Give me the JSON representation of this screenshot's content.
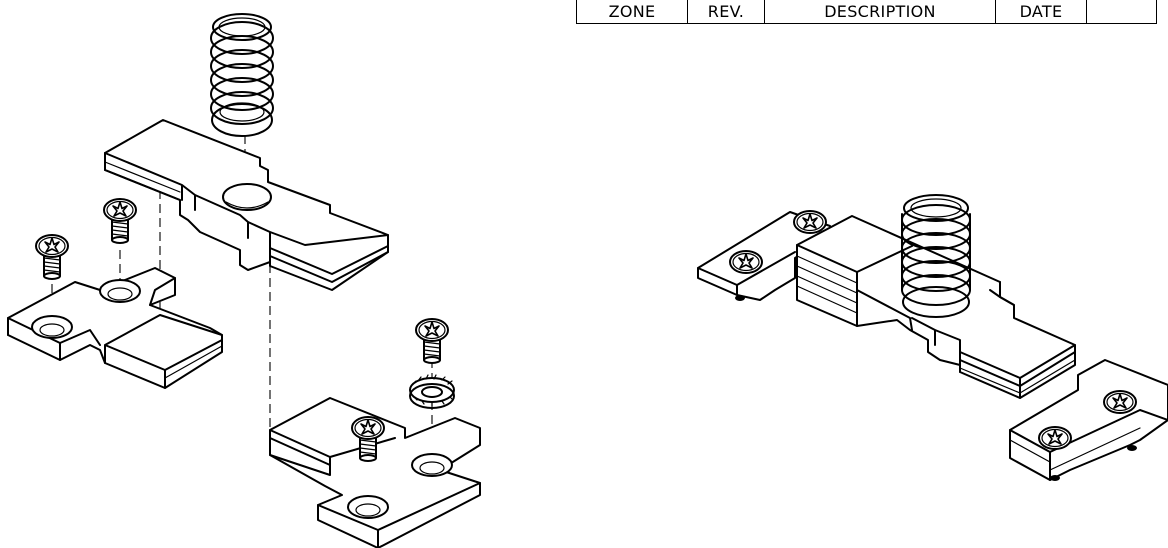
{
  "revision_table": {
    "columns": [
      "ZONE",
      "REV.",
      "DESCRIPTION",
      "DATE",
      ""
    ]
  },
  "figure": {
    "views": [
      {
        "name": "exploded-view",
        "parts": [
          "spring",
          "center-plate",
          "left-bracket",
          "right-bracket",
          "screw",
          "screw",
          "screw",
          "screw",
          "lock-washer"
        ]
      },
      {
        "name": "assembled-view",
        "parts": [
          "spring",
          "center-plate",
          "left-bracket",
          "right-bracket",
          "screw-heads"
        ]
      }
    ]
  }
}
